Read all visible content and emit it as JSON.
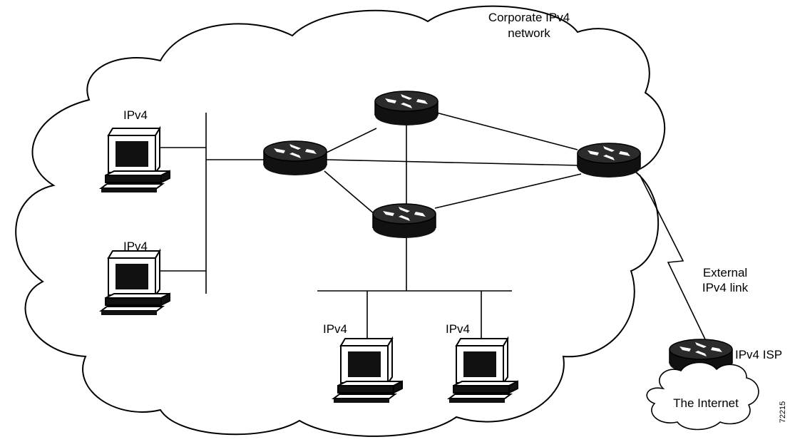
{
  "diagram": {
    "cloud_title_line1": "Corporate IPv4",
    "cloud_title_line2": "network",
    "pc_label": "IPv4",
    "external_link_line1": "External",
    "external_link_line2": "IPv4 link",
    "isp_label": "IPv4 ISP",
    "internet_label": "The Internet",
    "figure_number": "72215"
  },
  "icons": {
    "router": "router-icon",
    "workstation": "workstation-icon",
    "cloud": "cloud-icon"
  },
  "colors": {
    "router_body": "#1a1a1a",
    "router_top": "#2b2b2b",
    "line": "#000000",
    "background": "#ffffff"
  }
}
